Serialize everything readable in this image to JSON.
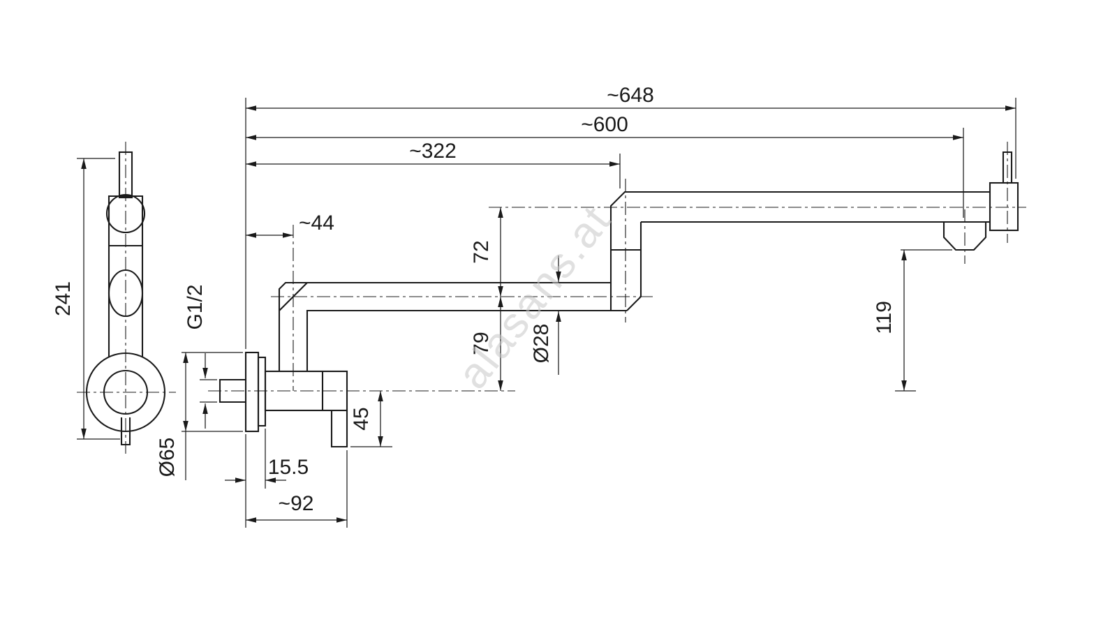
{
  "watermark": {
    "text": "alasans.at",
    "color": "#c8c8c8"
  },
  "colors": {
    "line": "#1a1a1a",
    "background": "#ffffff"
  },
  "labels": {
    "dim648": "~648",
    "dim600": "~600",
    "dim322": "~322",
    "dim44": "~44",
    "dim72": "72",
    "dim79": "79",
    "dim28": "Ø28",
    "dim119": "119",
    "dim45": "45",
    "thread": "G1/2",
    "dim65": "Ø65",
    "dim155": "15.5",
    "dim92": "~92",
    "dim241": "241"
  }
}
